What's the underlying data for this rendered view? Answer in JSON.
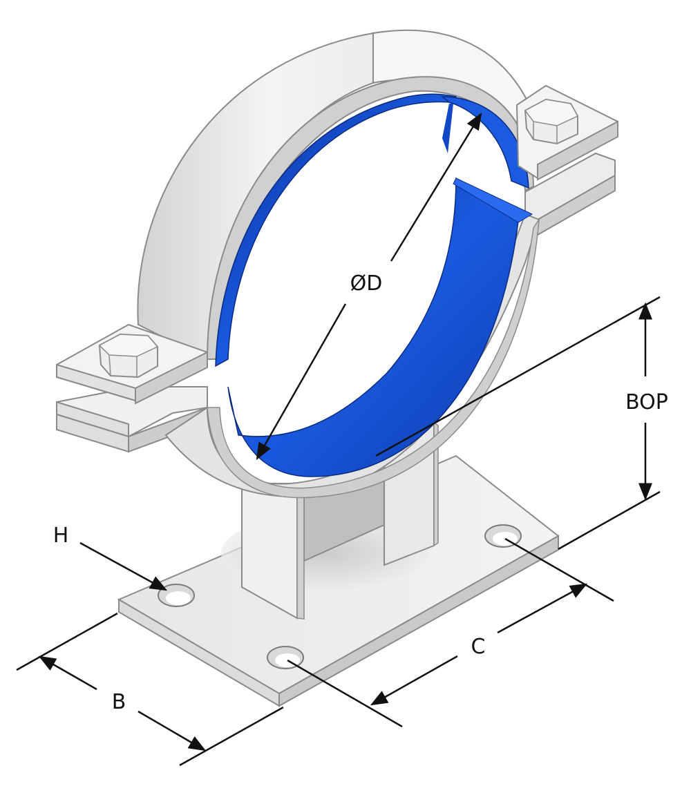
{
  "labels": {
    "diameter": "ØD",
    "bop": "BOP",
    "hole": "H",
    "width": "B",
    "hole_spacing": "C"
  },
  "colors": {
    "liner": "#1554d6",
    "liner_dark": "#0c3aa6",
    "steel_light": "#f1f1f1",
    "steel_mid": "#d6d6d6",
    "steel_dark": "#a9a9a9",
    "edge": "#7a7a7a",
    "dimension_line": "#111111"
  }
}
